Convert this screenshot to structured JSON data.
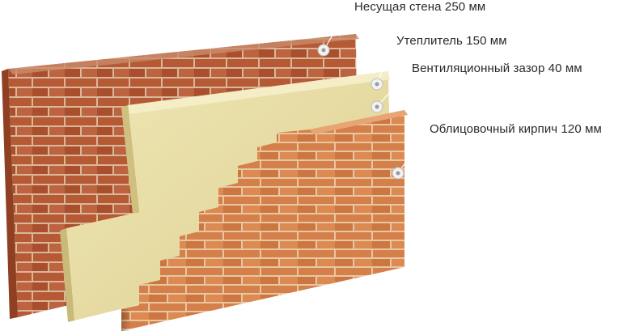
{
  "layers": [
    {
      "id": "load-bearing-wall",
      "label": "Несущая стена 250 мм"
    },
    {
      "id": "insulation",
      "label": "Утеплитель 150 мм"
    },
    {
      "id": "ventilation-gap",
      "label": "Вентиляционный зазор 40 мм"
    },
    {
      "id": "facing-brick",
      "label": "Облицовочный кирпич 120 мм"
    }
  ],
  "colors": {
    "back_brick": "#b65a36",
    "back_mortar": "#d9b79a",
    "insulation": "#e8dca0",
    "insulation_edge": "#cfc080",
    "front_brick": "#d5804a",
    "front_mortar": "#e7c7a2",
    "leader_line": "#ffffff",
    "marker": "#f2f2f2"
  },
  "icons": [
    "callout-marker-icon"
  ]
}
